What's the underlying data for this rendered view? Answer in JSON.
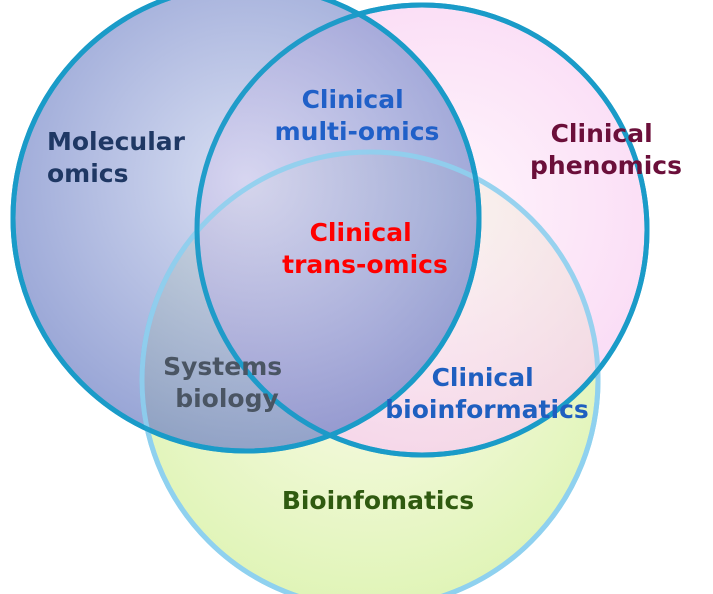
{
  "diagram": {
    "circles": {
      "molecular_omics": {
        "fill_inner": "#c9d2ee",
        "fill_outer": "#6d7fc4",
        "stroke": "#1a9bc8"
      },
      "clinical_phenomics": {
        "fill_inner": "#fff2fb",
        "fill_outer": "#f7c8f0",
        "stroke": "#1a9bc8"
      },
      "bioinformatics": {
        "fill_inner": "#fbfbe8",
        "fill_outer": "#d9f2a8",
        "stroke": "#8fd0ee"
      }
    },
    "labels": {
      "molecular_omics": [
        "Molecular",
        "omics"
      ],
      "clinical_phenomics": [
        "Clinical",
        "phenomics"
      ],
      "clinical_multi_omics": [
        "Clinical",
        "multi-omics"
      ],
      "clinical_trans_omics": [
        "Clinical",
        "trans-omics"
      ],
      "systems_biology": [
        "Systems",
        "biology"
      ],
      "clinical_bioinformatics": [
        "Clinical",
        "bioinformatics"
      ],
      "bioinfomatics": [
        "Bioinfomatics"
      ]
    },
    "label_colors": {
      "molecular_omics": "#1f3864",
      "clinical_phenomics": "#6b0f3a",
      "clinical_multi_omics": "#2060c8",
      "clinical_trans_omics": "#ff0000",
      "systems_biology": "#4a5563",
      "clinical_bioinformatics": "#1f5fc0",
      "bioinfomatics": "#2f5a10"
    }
  }
}
